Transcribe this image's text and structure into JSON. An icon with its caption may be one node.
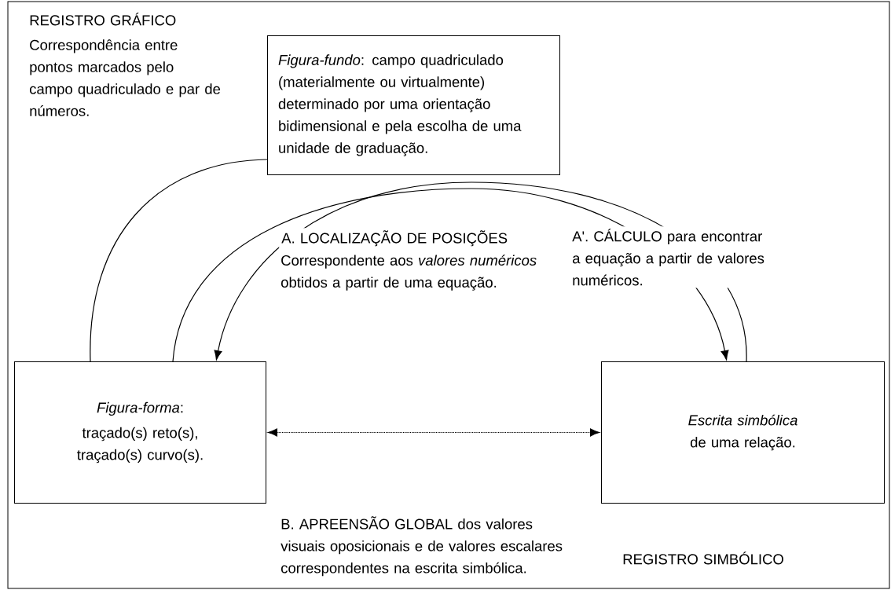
{
  "diagram": {
    "nodes": [
      {
        "text": [
          "*Figura-fundo*: campo quadriculado (materialmente ou virtualmente) determinado por uma orientação bidimensional e pela escolha de uma unidade de graduação."
        ]
      },
      {
        "text": [
          "*Figura-forma*:",
          "traçado(s) reto(s), traçado(s) curvo(s)."
        ]
      },
      {
        "text": [
          "*Escrita simbólica* de uma relação."
        ]
      }
    ],
    "edges": [
      {
        "from": 0,
        "to": 1,
        "arrow": "none"
      },
      {
        "from": 1,
        "to": 2,
        "arrow": "to",
        "label": "A'. CÁLCULO para encontrar a equação a partir de valores numéricos."
      },
      {
        "from": 2,
        "to": 1,
        "arrow": "to",
        "label": "A. LOCALIZAÇÃO DE POSIÇÕES"
      },
      {
        "from": 1,
        "to": 2,
        "arrow": "both",
        "style": "dashed"
      }
    ],
    "labels": [
      "REGISTRO GRÁFICO",
      "Correspondência entre pontos marcados pelo campo quadriculado e par de números.",
      "Correspondente aos *valores numéricos* obtidos a partir de uma equação.",
      "B. APREENSÃO GLOBAL dos valores visuais oposicionais e de valores escalares correspondentes na escrita simbólica.",
      "REGISTRO SIMBÓLICO"
    ]
  }
}
